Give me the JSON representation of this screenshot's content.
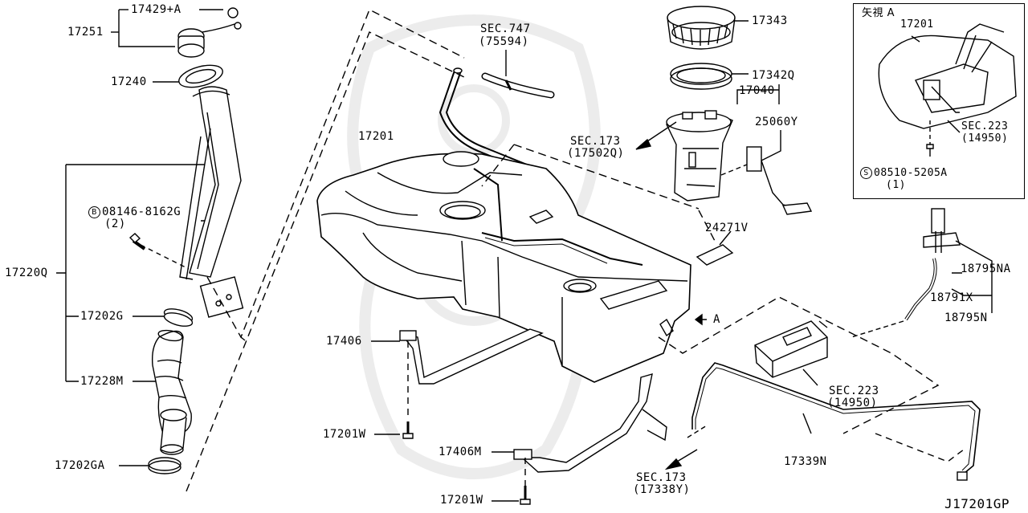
{
  "diagram_id": "J17201GP",
  "labels": {
    "p17429a": "17429+A",
    "p17251": "17251",
    "p17240": "17240",
    "p08146_prefix": "B",
    "p08146": "08146-8162G",
    "p08146_qty": "(2)",
    "p17220q": "17220Q",
    "p17202g": "17202G",
    "p17228m": "17228M",
    "p17202ga": "17202GA",
    "sec747": "SEC.747",
    "sec747_sub": "(75594)",
    "p17201": "17201",
    "p17343": "17343",
    "p17342q": "17342Q",
    "p17040": "17040",
    "sec173a": "SEC.173",
    "sec173a_sub": "(17502Q)",
    "p25060y": "25060Y",
    "p24271v": "24271V",
    "view_a": "A",
    "p17406": "17406",
    "p17201w_a": "17201W",
    "p17406m": "17406M",
    "p17201w_b": "17201W",
    "sec173b": "SEC.173",
    "sec173b_sub": "(17338Y)",
    "sec223": "SEC.223",
    "sec223_sub": "(14950)",
    "p17339n": "17339N",
    "p18795na": "18795NA",
    "p18791x": "18791X",
    "p18795n": "18795N"
  },
  "inset": {
    "title": "矢視 A",
    "p17201": "17201",
    "sec223": "SEC.223",
    "sec223_sub": "(14950)",
    "screw_prefix": "S",
    "screw": "08510-5205A",
    "screw_qty": "(1)"
  }
}
